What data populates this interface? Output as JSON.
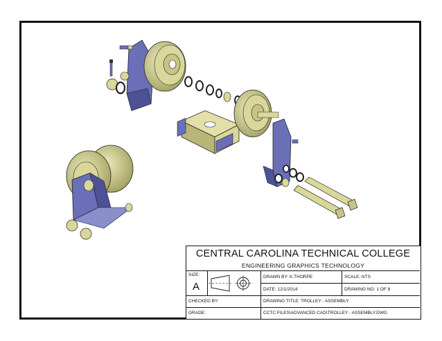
{
  "title_block": {
    "college": "CENTRAL CAROLINA TECHNICAL COLLEGE",
    "department": "ENGINEERING GRAPHICS TECHNOLOGY",
    "size_label": "SIZE:",
    "size_value": "A",
    "drawn_by": "DRAWN BY: K.THORPE",
    "scale": "SCALE: NTS",
    "date": "DATE: 12/1/2014",
    "drawing_no": "DRAWING NO: 1 OF 8",
    "checked_by": "CHECKED BY:",
    "drawing_title": "DRAWING TITLE: TROLLEY - ASSEMBLY",
    "grade": "GRADE:",
    "file_path": "CCTC FILES\\ADVANCED CAD\\TROLLEY - ASSEMBLY.DWG"
  },
  "colors": {
    "border": "#111111",
    "part_yellow": "#d9d79a",
    "part_blue": "#6a6fb8",
    "part_shadow": "#9e9c5e"
  }
}
